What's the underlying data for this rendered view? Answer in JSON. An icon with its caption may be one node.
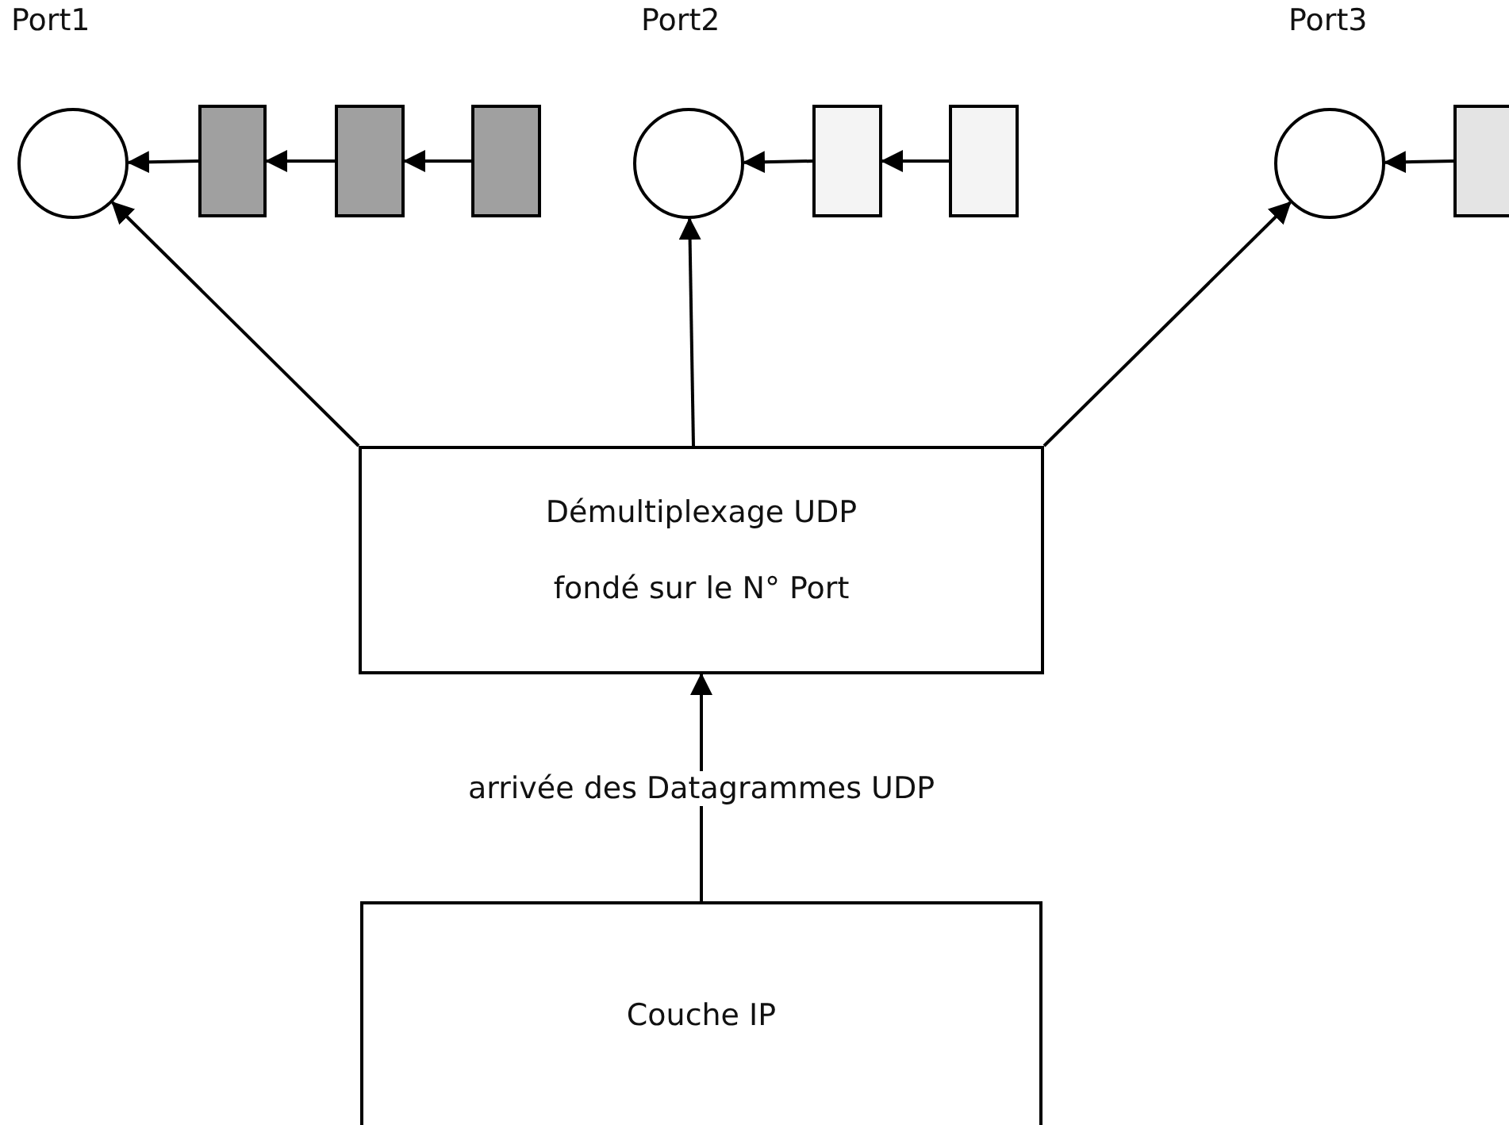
{
  "diagram": {
    "nodes": [
      {
        "text": [],
        "shape": "circle",
        "beside": [
          "Port1"
        ]
      },
      {
        "text": [],
        "shape": "box"
      },
      {
        "text": [],
        "shape": "box"
      },
      {
        "text": [],
        "shape": "box"
      },
      {
        "text": [],
        "shape": "circle",
        "beside": [
          "Port2"
        ]
      },
      {
        "text": [],
        "shape": "box"
      },
      {
        "text": [],
        "shape": "box"
      },
      {
        "text": [],
        "shape": "circle",
        "beside": [
          "Port3"
        ]
      },
      {
        "text": [],
        "shape": "box"
      },
      {
        "text": [
          "Démultiplexage UDP fondé sur le N° Port"
        ]
      },
      {
        "text": [
          "Couche IP"
        ]
      }
    ],
    "edges": [
      {
        "from": 1,
        "to": 0,
        "arrow": "to"
      },
      {
        "from": 2,
        "to": 1,
        "arrow": "to"
      },
      {
        "from": 3,
        "to": 2,
        "arrow": "to"
      },
      {
        "from": 5,
        "to": 4,
        "arrow": "to"
      },
      {
        "from": 6,
        "to": 5,
        "arrow": "to"
      },
      {
        "from": 8,
        "to": 7,
        "arrow": "to"
      },
      {
        "from": 9,
        "to": 0,
        "arrow": "to"
      },
      {
        "from": 9,
        "to": 4,
        "arrow": "to"
      },
      {
        "from": 9,
        "to": 7,
        "arrow": "to"
      },
      {
        "from": 10,
        "to": 9,
        "arrow": "to",
        "label": "arrivée des Datagrammes UDP"
      }
    ]
  }
}
